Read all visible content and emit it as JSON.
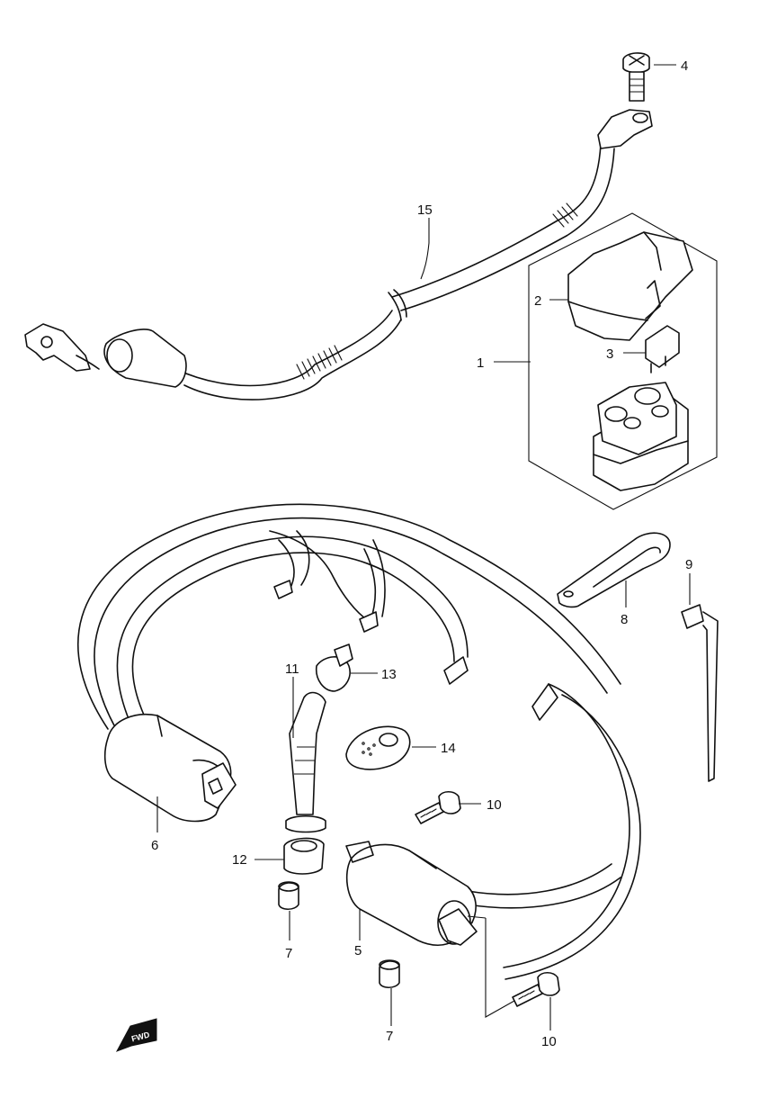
{
  "callouts": [
    {
      "id": "c1",
      "label": "1"
    },
    {
      "id": "c2",
      "label": "2"
    },
    {
      "id": "c3",
      "label": "3"
    },
    {
      "id": "c4",
      "label": "4"
    },
    {
      "id": "c5",
      "label": "5"
    },
    {
      "id": "c6",
      "label": "6"
    },
    {
      "id": "c7a",
      "label": "7"
    },
    {
      "id": "c7b",
      "label": "7"
    },
    {
      "id": "c8",
      "label": "8"
    },
    {
      "id": "c9",
      "label": "9"
    },
    {
      "id": "c10a",
      "label": "10"
    },
    {
      "id": "c10b",
      "label": "10"
    },
    {
      "id": "c11",
      "label": "11"
    },
    {
      "id": "c12",
      "label": "12"
    },
    {
      "id": "c13",
      "label": "13"
    },
    {
      "id": "c14",
      "label": "14"
    },
    {
      "id": "c15",
      "label": "15"
    }
  ],
  "fwd_marker": {
    "label": "FWD",
    "icon": "forward-arrow-icon"
  },
  "colors": {
    "line": "#111111",
    "background": "#ffffff"
  }
}
